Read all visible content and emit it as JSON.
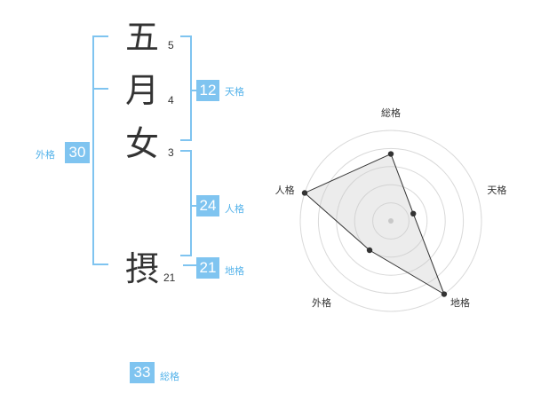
{
  "name_chars": [
    {
      "char": "五",
      "strokes": "5"
    },
    {
      "char": "月",
      "strokes": "4"
    },
    {
      "char": "女",
      "strokes": "3"
    },
    {
      "char": "摂",
      "strokes": "21"
    }
  ],
  "fortune": {
    "tenkaku": {
      "value": "12",
      "label": "天格"
    },
    "jinkaku": {
      "value": "24",
      "label": "人格"
    },
    "chikaku": {
      "value": "21",
      "label": "地格"
    },
    "gaikaku": {
      "value": "30",
      "label": "外格"
    },
    "soukaku": {
      "value": "33",
      "label": "総格"
    }
  },
  "colors": {
    "accent": "#7fc4f0",
    "bracket": "#7fc4f0",
    "text": "#333333"
  },
  "chart_data": {
    "type": "radar",
    "axes": [
      "総格",
      "天格",
      "地格",
      "外格",
      "人格"
    ],
    "values": [
      3.7,
      1.3,
      5.0,
      2.0,
      5.0
    ],
    "max": 5
  }
}
